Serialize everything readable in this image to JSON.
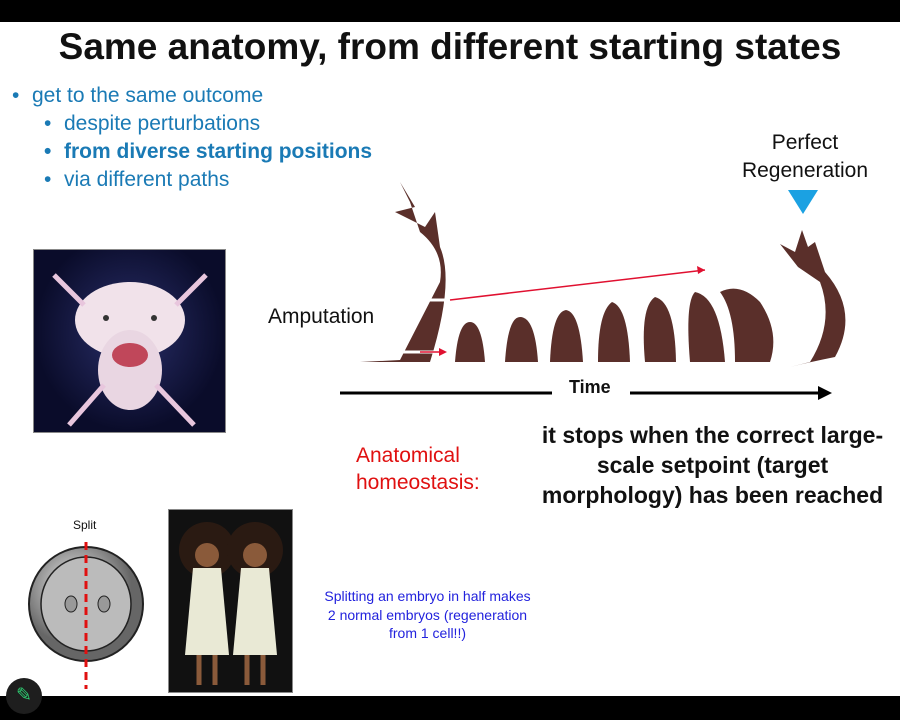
{
  "slide": {
    "title": "Same anatomy, from different starting states",
    "bullets": [
      {
        "text": "get to the same outcome",
        "level": 1,
        "bold": false
      },
      {
        "text": "despite perturbations",
        "level": 2,
        "bold": false
      },
      {
        "text": "from diverse starting positions",
        "level": 2,
        "bold": true
      },
      {
        "text": "via different paths",
        "level": 2,
        "bold": false
      }
    ],
    "diagram": {
      "amputation": "Amputation",
      "time": "Time",
      "perfect_regeneration": "Perfect Regeneration"
    },
    "homeostasis_label": "Anatomical homeostasis:",
    "setpoint_text": "it stops when the correct large-scale setpoint (target morphology) has been reached",
    "split_label": "Split",
    "split_note": "Splitting an embryo in half makes 2 normal embryos (regeneration from 1 cell!!)"
  },
  "colors": {
    "bullet": "#1a7ab5",
    "red": "#e01010",
    "note": "#2222dd",
    "arrow_blue": "#1ba1e2"
  }
}
